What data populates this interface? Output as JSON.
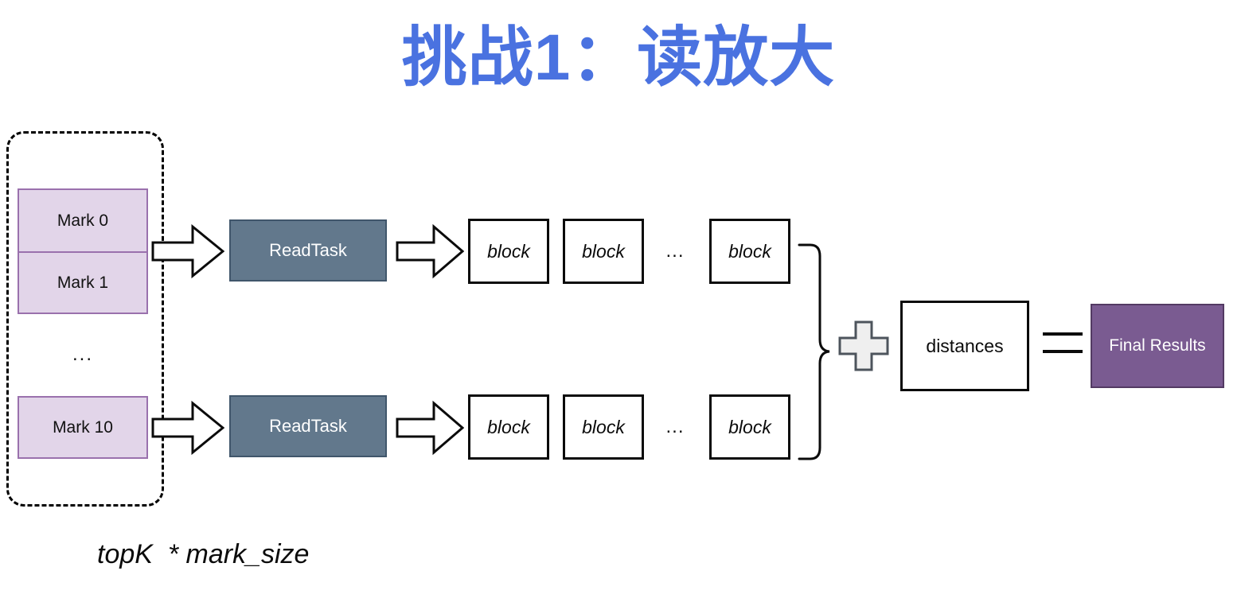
{
  "title": "挑战1：读放大",
  "theme": {
    "title_color": "#4a72e0",
    "mark_fill": "#e2d5e9",
    "mark_border": "#9a71ad",
    "readtask_fill": "#62788c",
    "readtask_border": "#40566b",
    "block_border": "#0b0b0b",
    "plus_fill": "#efefef",
    "plus_border": "#4d545c",
    "final_fill": "#7a5b91",
    "final_border": "#533a63",
    "outline_color": "#0b0b0b"
  },
  "marks_group": {
    "name": "marks-container",
    "stacked": [
      {
        "label": "Mark 0"
      },
      {
        "label": "Mark 1"
      }
    ],
    "ellipsis": "...",
    "last": {
      "label": "Mark 10"
    }
  },
  "pipelines": [
    {
      "id": "top",
      "arrow_in": "right-block-arrow",
      "task_label": "ReadTask",
      "arrow_out": "right-block-arrow",
      "blocks": [
        {
          "label": "block"
        },
        {
          "label": "block"
        }
      ],
      "ellipsis": "...",
      "tail_block": {
        "label": "block"
      }
    },
    {
      "id": "bottom",
      "arrow_in": "right-block-arrow",
      "task_label": "ReadTask",
      "arrow_out": "right-block-arrow",
      "blocks": [
        {
          "label": "block"
        },
        {
          "label": "block"
        }
      ],
      "ellipsis": "...",
      "tail_block": {
        "label": "block"
      }
    }
  ],
  "combine": {
    "brace": "right-curly-brace",
    "plus_symbol": "+",
    "distances_label": "distances",
    "equals_symbol": "=",
    "final_label": "Final Results"
  },
  "footer": {
    "formula": "topK  * mark_size"
  }
}
